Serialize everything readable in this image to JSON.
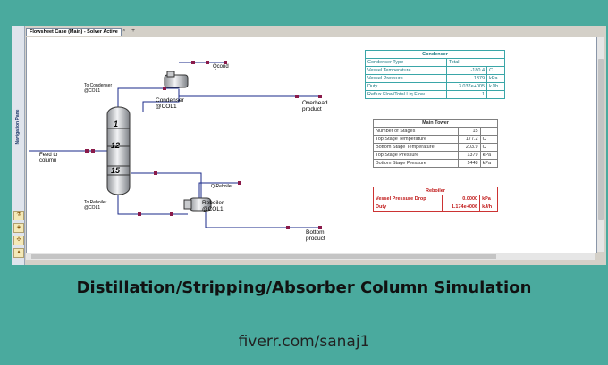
{
  "window": {
    "tab_label": "Flowsheet Case (Main) - Solver Active",
    "tab_close": "×",
    "tab_add": "+",
    "nav_pane_label": "Navigation Pane"
  },
  "flowsheet": {
    "feed_label": "Feed to column",
    "to_condenser_label": "To Condenser @COL1",
    "condenser_label": "Condenser @COL1",
    "qcond_label": "Qcond",
    "overhead_label": "Overhead product",
    "stage_top": "1",
    "stage_feed": "12",
    "stage_bottom": "15",
    "to_reboiler_label": "To Reboiler @COL1",
    "reboiler_label": "Reboiler @COL1",
    "qreboiler_label": "Q-Reboiler",
    "bottom_label": "Bottom product"
  },
  "condenser_table": {
    "title": "Condenser",
    "type_label": "Condenser Type",
    "type_value": "Total",
    "rows": [
      {
        "label": "Vessel Temperature",
        "value": "-180.4",
        "unit": "C"
      },
      {
        "label": "Vessel Pressure",
        "value": "1379",
        "unit": "kPa"
      },
      {
        "label": "Duty",
        "value": "3.037e+005",
        "unit": "kJ/h"
      },
      {
        "label": "Reflux Flow/Total Liq Flow",
        "value": "1",
        "unit": ""
      }
    ]
  },
  "tower_table": {
    "title": "Main Tower",
    "rows": [
      {
        "label": "Number of Stages",
        "value": "15",
        "unit": ""
      },
      {
        "label": "Top Stage Temperature",
        "value": "177.2",
        "unit": "C"
      },
      {
        "label": "Bottom Stage Temperature",
        "value": "203.9",
        "unit": "C"
      },
      {
        "label": "Top Stage Pressure",
        "value": "1379",
        "unit": "kPa"
      },
      {
        "label": "Bottom Stage Pressure",
        "value": "1448",
        "unit": "kPa"
      }
    ]
  },
  "reboiler_table": {
    "title": "Reboiler",
    "rows": [
      {
        "label": "Vessel Pressure Drop",
        "value": "0.0000",
        "unit": "kPa"
      },
      {
        "label": "Duty",
        "value": "1.174e+006",
        "unit": "kJ/h"
      }
    ]
  },
  "headline": "Distillation/Stripping/Absorber Column Simulation",
  "footer": "fiverr.com/sanaj1",
  "colors": {
    "background": "#4aaa9e",
    "condenser_table": "#3aa6a8",
    "reboiler_table": "#cc3333",
    "stream": "#1a2a8a"
  },
  "icons": [
    "flask-icon",
    "node-icon",
    "molecule-icon",
    "paint-icon"
  ]
}
